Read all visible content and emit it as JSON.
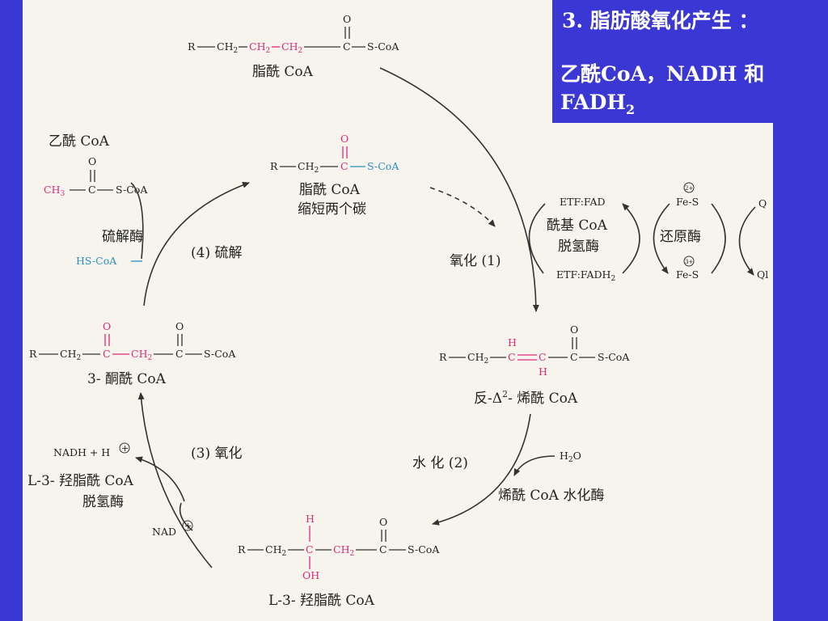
{
  "title_panel": {
    "line1": "3. 脂肪酸氧化产生 ：",
    "line2": "乙酰CoA，NADH 和",
    "line3_main": "FADH",
    "line3_sub": "2"
  },
  "compounds": {
    "fatty_acyl_coa": "脂酰 CoA",
    "acetyl_coa": "乙酰 CoA",
    "shortened_acyl_coa": "脂酰 CoA",
    "shortened_note": "缩短两个碳",
    "enoyl_coa_prefix": "反-Δ",
    "enoyl_coa_sup": "2",
    "enoyl_coa_suffix": "- 烯酰 CoA",
    "ketoacyl_coa": "3- 酮酰 CoA",
    "hydroxyacyl_coa": "L-3- 羟脂酰 CoA"
  },
  "steps": {
    "oxidation1": "氧化 (1)",
    "hydration2": "水 化 (2)",
    "oxidation3": "(3) 氧化",
    "thiolysis4": "(4) 硫解"
  },
  "enzymes": {
    "acyl_dh_line1": "酰基 CoA",
    "acyl_dh_line2": "脱氢酶",
    "reductase": "还原酶",
    "hydratase": "烯酰  CoA 水化酶",
    "hydroxy_dh_line1": "L-3- 羟脂酰 CoA",
    "hydroxy_dh_line2": "脱氢酶",
    "thiolase": "硫解酶"
  },
  "cofactors": {
    "etf_fad": "ETF:FAD",
    "etf_fadh2": "ETF:FADH",
    "fes_ox": "Fe-S",
    "fes_red": "Fe-S",
    "charge_ox": "2+",
    "charge_red": "3+",
    "q": "Q",
    "qh": "Ql",
    "water": "H",
    "water_o": "O",
    "nadh": "NADH + H",
    "nad": "NAD",
    "hs_coa": "HS-CoA"
  },
  "atoms": {
    "R": "R",
    "CH2": "CH",
    "sub2": "2",
    "CH3": "CH",
    "sub3": "3",
    "C": "C",
    "O": "O",
    "H": "H",
    "OH": "OH",
    "SCoA": "S-CoA"
  },
  "colors": {
    "background": "#3a37d4",
    "paper": "#f6f4ec",
    "highlight_pink": "#e0287a",
    "highlight_blue": "#2a8fc8"
  }
}
